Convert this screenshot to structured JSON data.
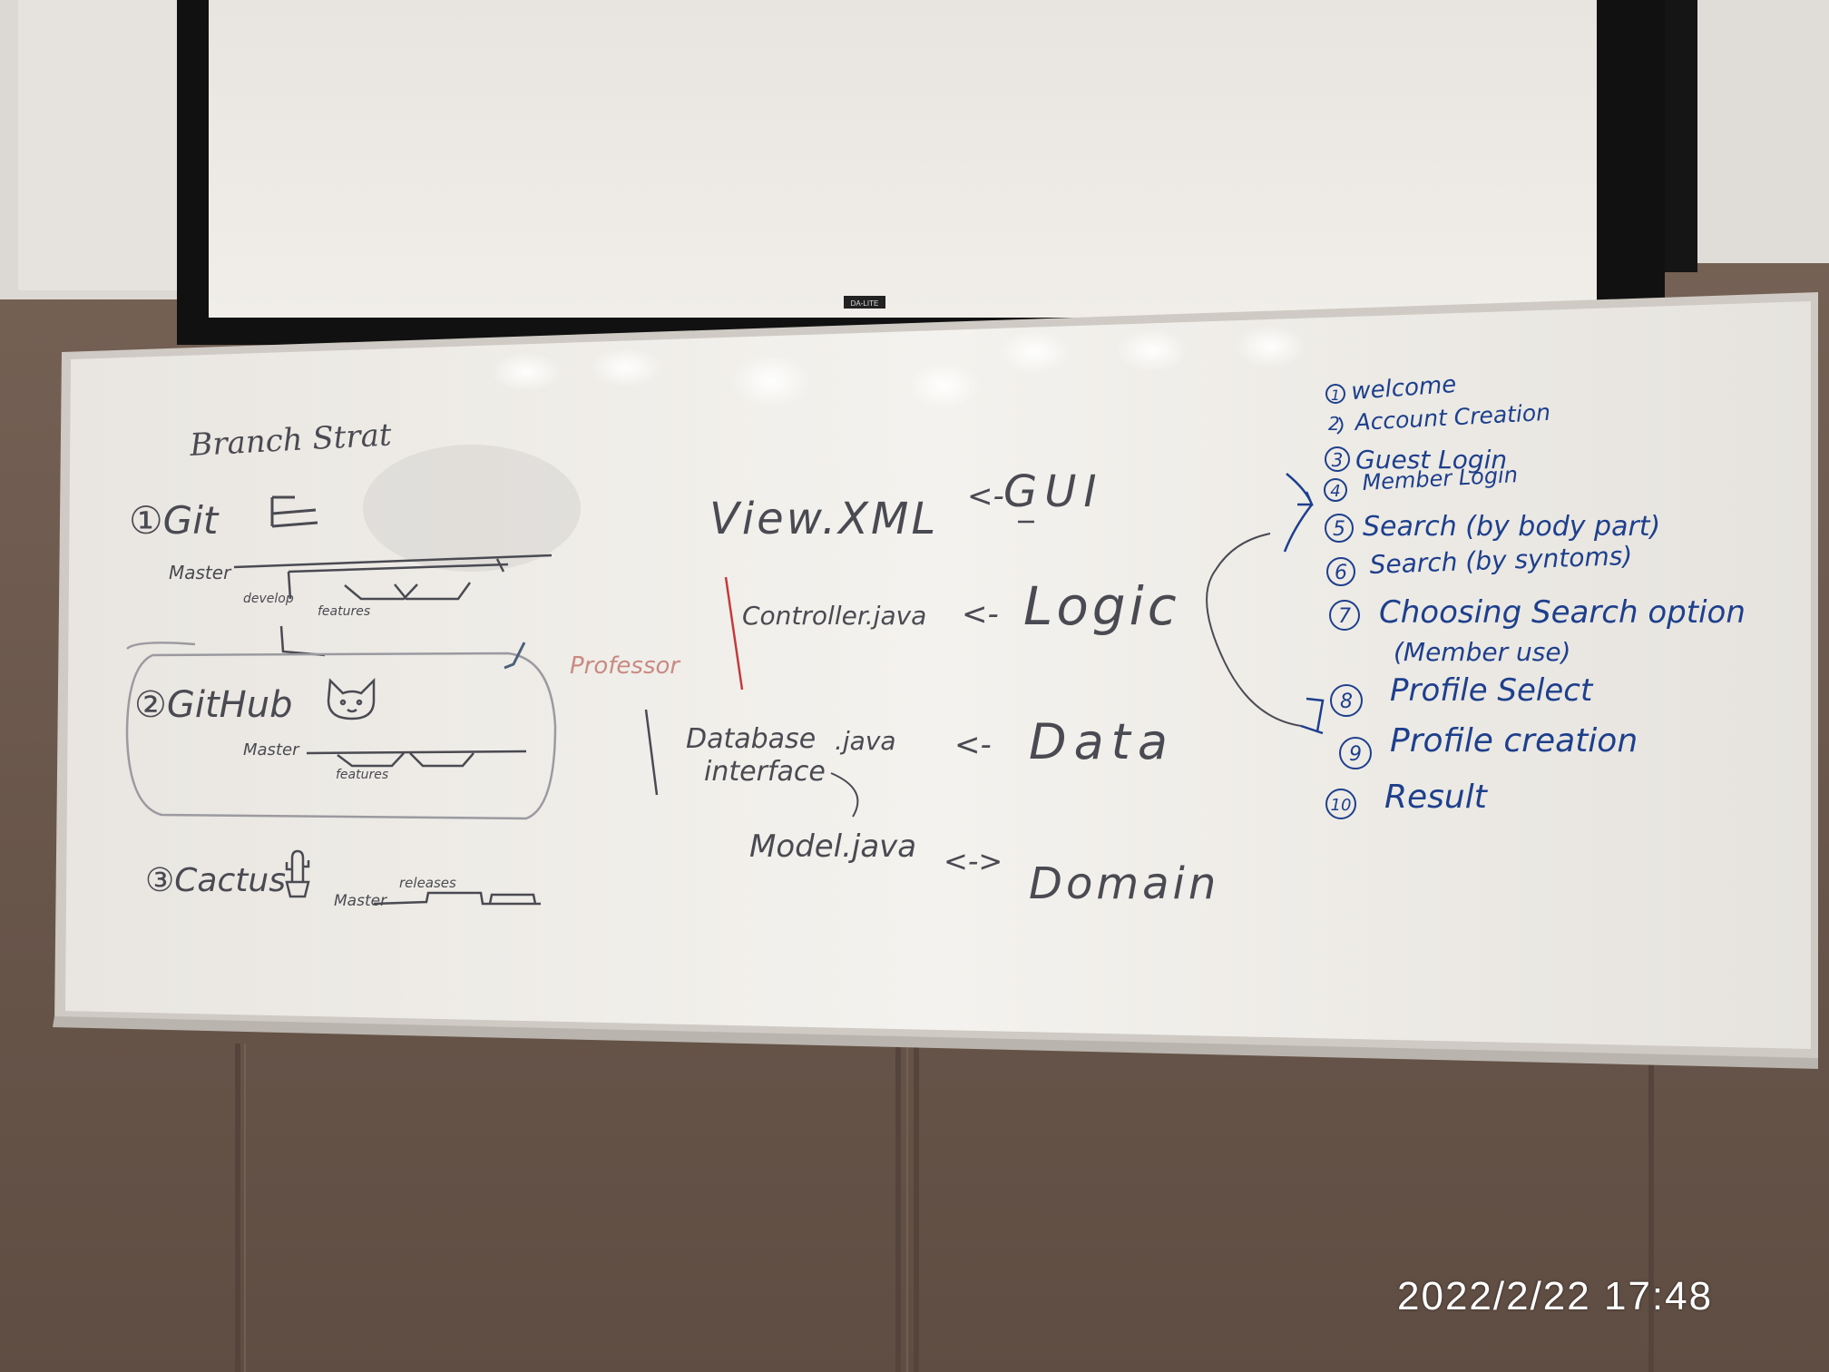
{
  "colors": {
    "wall": "#6e5a4f",
    "whiteboard": "#f2f0ec",
    "blue_marker": "#1d3f8c",
    "gray_marker": "#4a4a52",
    "red_marker": "#c43a3a"
  },
  "screen": {
    "brand": "DA-LITE"
  },
  "board": {
    "left": {
      "title": "Branch Strat",
      "item1": "①Git",
      "item1_icon": "git-logo-icon",
      "git_master": "Master",
      "git_develop": "develop",
      "git_features": "features",
      "item2": "②GitHub",
      "item2_icon": "cat-face-icon",
      "github_master": "Master",
      "github_features": "features",
      "professor_note": "Professor",
      "item3": "③Cactus",
      "item3_icon": "cactus-icon",
      "cactus_master": "Master",
      "cactus_releases": "releases"
    },
    "middle": {
      "row1_file": "View.XML",
      "row1_arrow": "<-",
      "row1_layer": "GUI",
      "row2_file": "Controller.java",
      "row2_arrow": "<-",
      "row2_layer": "Logic",
      "row3_file_line1": "Database",
      "row3_file_line2": "interface",
      "row3_ext": ".java",
      "row3_arrow": "<-",
      "row3_layer": "Data",
      "row4_file": "Model.java",
      "row4_arrow": "<->",
      "row4_layer": "Domain"
    },
    "right": {
      "items": [
        {
          "num": "1",
          "label": "welcome"
        },
        {
          "num": "2",
          "label": "Account Creation"
        },
        {
          "num": "3",
          "label": "Guest Login"
        },
        {
          "num": "4",
          "label": "Member Login"
        },
        {
          "num": "5",
          "label": "Search (by body part)"
        },
        {
          "num": "6",
          "label": "Search (by syntoms)"
        },
        {
          "num": "7",
          "label": "Choosing Search option"
        },
        {
          "num": "",
          "label": "(Member use)"
        },
        {
          "num": "8",
          "label": "Profile Select"
        },
        {
          "num": "9",
          "label": "Profile creation"
        },
        {
          "num": "10",
          "label": "Result"
        }
      ]
    }
  },
  "timestamp": "2022/2/22 17:48"
}
